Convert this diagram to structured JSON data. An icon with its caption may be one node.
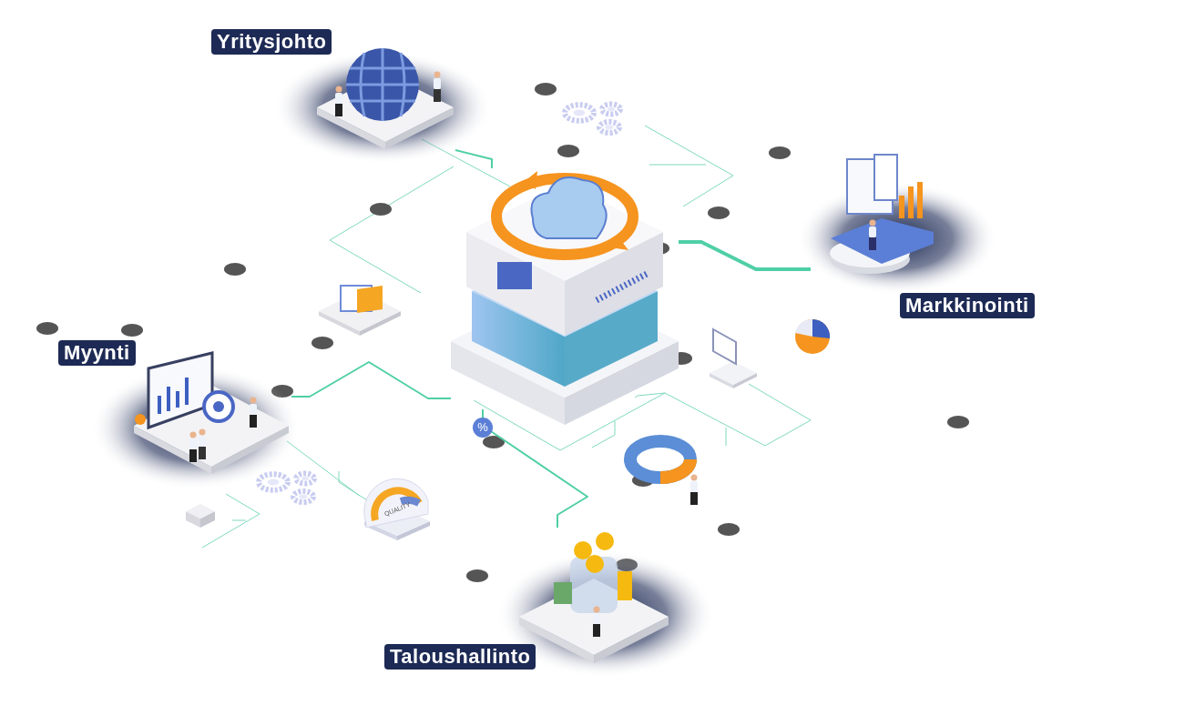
{
  "diagram": {
    "nodes": [
      {
        "text": [],
        "shape": "picture"
      },
      {
        "text": [
          "Yritysjohto"
        ]
      },
      {
        "text": [
          "Markkinointi"
        ]
      },
      {
        "text": [
          "Myynti"
        ]
      },
      {
        "text": [
          "Taloushallinto"
        ]
      }
    ],
    "edges": [
      {
        "from": 0,
        "to": 1,
        "arrow": "none"
      },
      {
        "from": 0,
        "to": 2,
        "arrow": "none",
        "style": "thick"
      },
      {
        "from": 0,
        "to": 3,
        "arrow": "none"
      },
      {
        "from": 0,
        "to": 4,
        "arrow": "none"
      }
    ],
    "labels": [
      "%",
      "QUALITY"
    ]
  }
}
